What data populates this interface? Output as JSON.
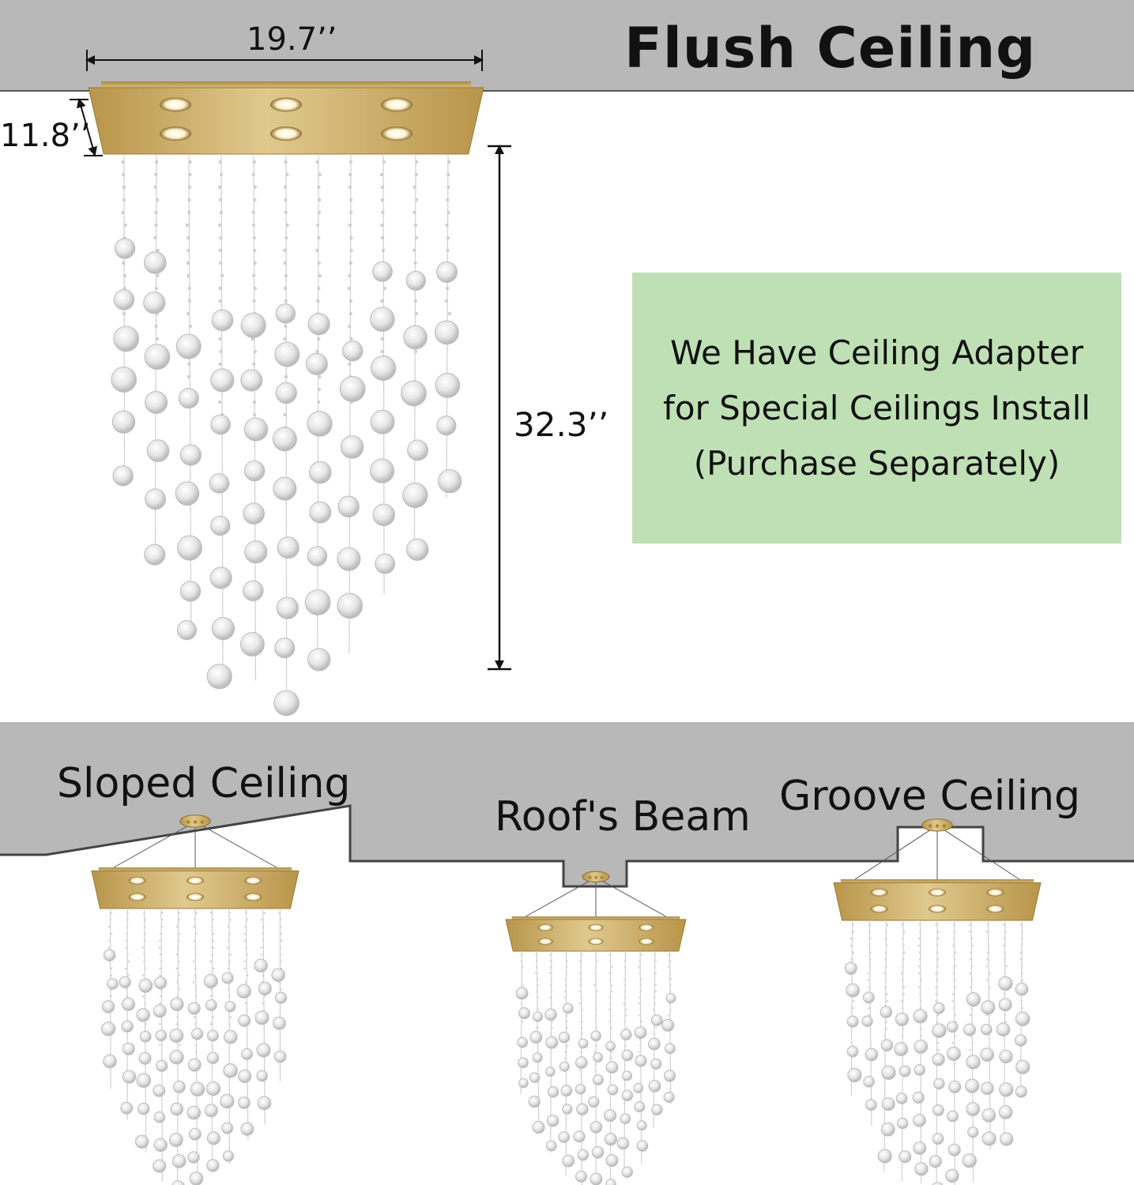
{
  "flush": {
    "title": "Flush Ceiling",
    "width_label": "19.7’’",
    "depth_label": "11.8’’",
    "height_label": "32.3’’"
  },
  "note": {
    "lines": [
      "We Have Ceiling Adapter",
      "for Special Ceilings Install",
      "(Purchase Separately)"
    ]
  },
  "install_types": {
    "sloped": "Sloped Ceiling",
    "beam": "Roof's Beam",
    "groove": "Groove Ceiling"
  },
  "colors": {
    "ceiling_gray": "#b8b8b8",
    "gold": "#c9a85c",
    "note_green": "#bfe0b4",
    "crystal": "#dcdcdc"
  }
}
